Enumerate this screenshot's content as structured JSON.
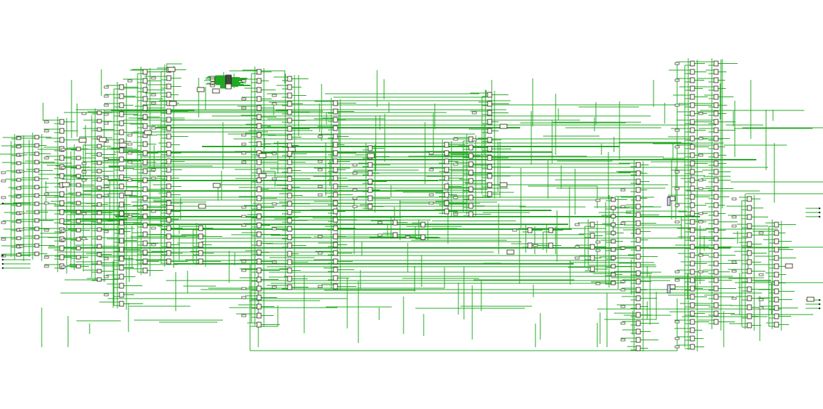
{
  "canvas": {
    "background": "#ffffff"
  },
  "colors": {
    "wire": "#22a822",
    "wire_dark": "#1a8f1a",
    "component_fill": "#fffff0",
    "component_stroke": "#1a1a1a",
    "port": "#222222",
    "selected_fill": "#d8d8ff"
  },
  "diagram": {
    "kind": "gate-level circuit schematic",
    "labels_visible": false,
    "input_ports": 5,
    "output_ports": 6
  }
}
